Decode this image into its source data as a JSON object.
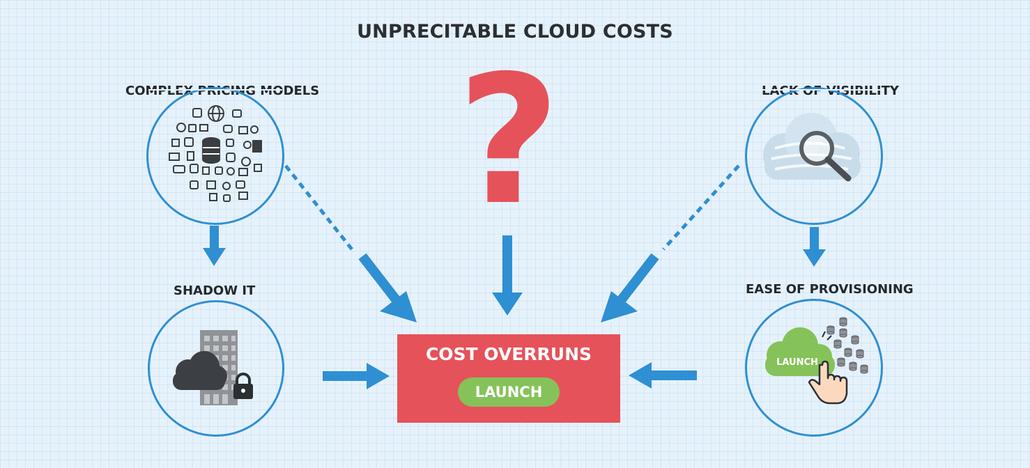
{
  "diagram": {
    "title": "UNPRECITABLE CLOUD COSTS",
    "question_mark": "?",
    "nodes": {
      "complex_pricing": {
        "label": "COMPLEX PRICING MODELS"
      },
      "lack_visibility": {
        "label": "LACK OF VISIBILITY"
      },
      "shadow_it": {
        "label": "SHADOW IT"
      },
      "ease_provisioning": {
        "label": "EASE OF PROVISIONING",
        "cloud_text": "LAUNCH"
      },
      "cost_overruns": {
        "label": "COST OVERRUNS",
        "button_label": "LAUNCH"
      }
    },
    "colors": {
      "arrow": "#2f8fd3",
      "overrun_box": "#e5525a",
      "question_mark": "#e5525a",
      "launch_button": "#86c25a",
      "cloud_green": "#86c25a",
      "cloud_dark": "#3c4045"
    },
    "icons": [
      "database-icon",
      "globe-icon",
      "server-icon",
      "cloud-icon",
      "building-icon",
      "lock-icon",
      "magnifier-icon",
      "hand-pointer-icon"
    ]
  }
}
